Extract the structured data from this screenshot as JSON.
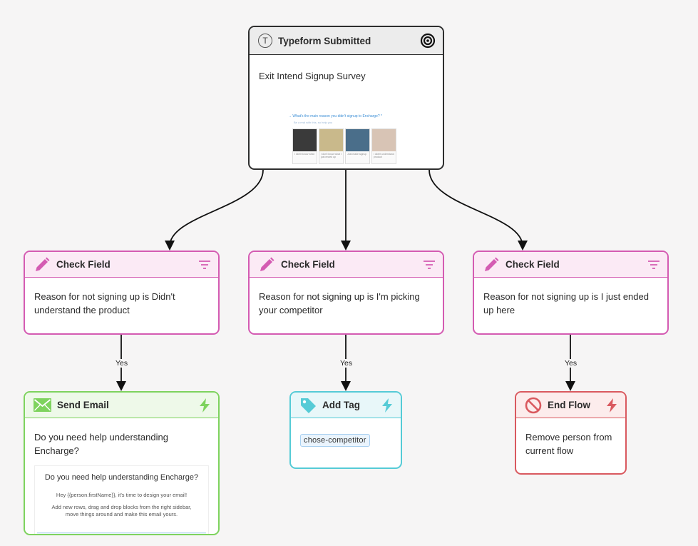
{
  "trigger": {
    "icon": "typeform-icon",
    "icon_letter": "T",
    "title": "Typeform Submitted",
    "subtitle": "Exit Intend Signup Survey",
    "preview": {
      "question": "→ What's the main reason you didn't signup to Encharge? *",
      "hint": "Be a real with this, so help you",
      "options": [
        {
          "label": "I didn't know what",
          "color": "#3a3a3a"
        },
        {
          "label": "I don't know what I just ended up",
          "color": "#c9b98b"
        },
        {
          "label": "Just make signup",
          "color": "#4a6e8a"
        },
        {
          "label": "I didn't understand product",
          "color": "#d8c4b5"
        }
      ]
    }
  },
  "checks": [
    {
      "title": "Check Field",
      "text": "Reason for not signing up is Didn't understand the product"
    },
    {
      "title": "Check Field",
      "text": "Reason for not signing up is I'm picking your competitor"
    },
    {
      "title": "Check Field",
      "text": "Reason for not signing up is I just ended up here"
    }
  ],
  "edge_labels": [
    "Yes",
    "Yes",
    "Yes"
  ],
  "send_email": {
    "title": "Send Email",
    "subject": "Do you need help understanding Encharge?",
    "preview_heading": "Do you need help understanding Encharge?",
    "preview_line1": "Hey {{person.firstName}}, it's time to design your email!",
    "preview_line2": "Add new rows, drag and drop blocks from the right sidebar, move things around and make this email yours."
  },
  "add_tag": {
    "title": "Add Tag",
    "tag": "chose-competitor"
  },
  "end_flow": {
    "title": "End Flow",
    "text": "Remove person from current flow"
  },
  "colors": {
    "check": "#d45bb2",
    "email": "#7ed35e",
    "tag": "#55cbd6",
    "end": "#d9595f"
  }
}
